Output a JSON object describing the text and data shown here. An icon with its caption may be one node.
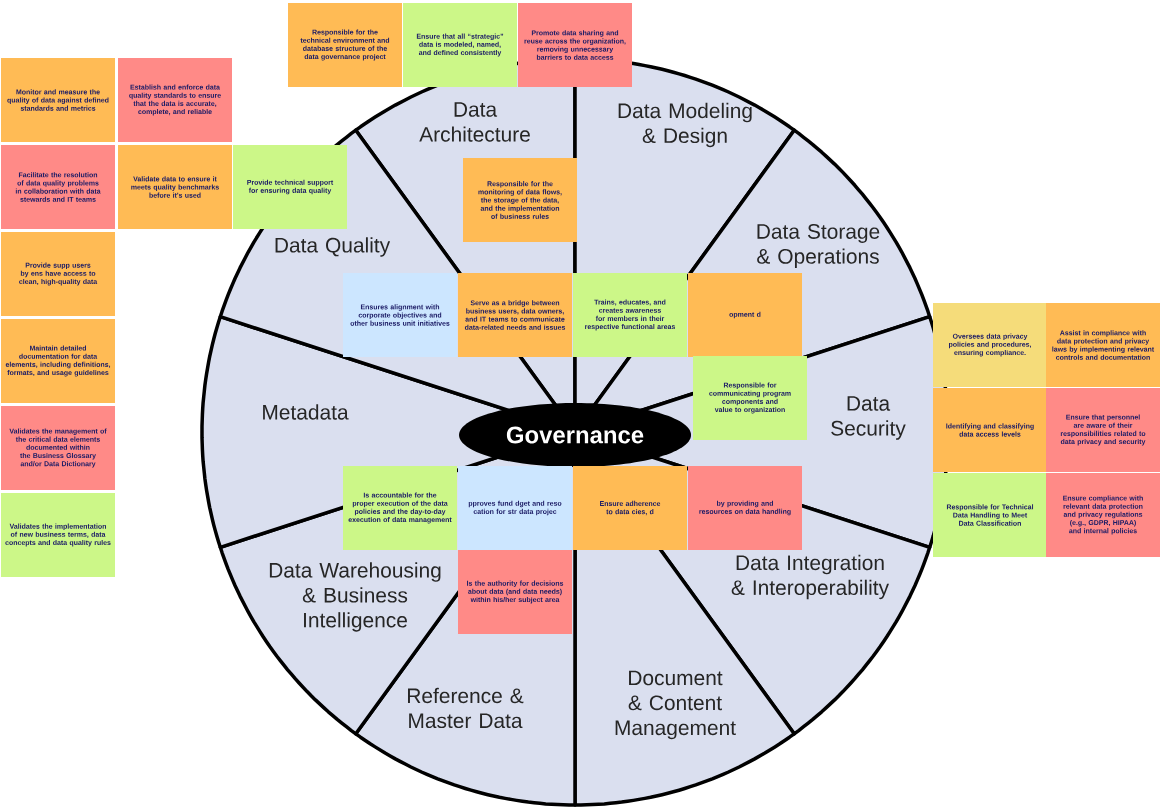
{
  "diagram": {
    "nodes": [
      {
        "text": [
          "Data Architecture"
        ]
      },
      {
        "text": [
          "Data Modeling & Design"
        ]
      },
      {
        "text": [
          "Data Storage & Operations"
        ]
      },
      {
        "text": [
          "Data Security"
        ]
      },
      {
        "text": [
          "Data Integration & Interoperability"
        ]
      },
      {
        "text": [
          "Document & Content Management"
        ]
      },
      {
        "text": [
          "Reference & Master Data"
        ]
      },
      {
        "text": [
          "Data Warehousing & Business Intelligence"
        ]
      },
      {
        "text": [
          "Metadata"
        ]
      },
      {
        "text": [
          "Data Quality"
        ]
      },
      {
        "text": [
          "Governance"
        ]
      },
      {
        "text": [
          "Responsible for the technical environment and database structure of the data governance project"
        ]
      },
      {
        "text": [
          "Ensure that all “strategic” data is modeled, named, and defined consistently"
        ]
      },
      {
        "text": [
          "Promote data sharing and reuse across the organization, removing unnecessary barriers to data access"
        ]
      },
      {
        "text": [
          "Establish and enforce data quality standards to ensure that the data is accurate, complete, and reliable"
        ]
      },
      {
        "text": [
          "Monitor and measure the quality of data against defined standards and metrics"
        ]
      },
      {
        "text": [
          "Provide technical support for ensuring data quality"
        ]
      },
      {
        "text": [
          "Facilitate the resolution of data quality problems in collaboration with data stewards and IT teams"
        ]
      },
      {
        "text": [
          "Validate data to ensure it meets quality benchmarks before it's used"
        ]
      },
      {
        "text": [
          "Provide supp users by ens have access to clean, high-quality data"
        ]
      },
      {
        "text": [
          "Responsible for the monitoring of data flows, the storage of the data, and the implementation of business rules"
        ]
      },
      {
        "text": [
          "Maintain detailed documentation for data elements, including definitions, formats, and usage guidelines"
        ]
      },
      {
        "text": [
          "Validates the management of the critical data elements documented within the Business Glossary and/or Data Dictionary"
        ]
      },
      {
        "text": [
          "Validates the implementation of new business terms, data concepts and data quality rules"
        ]
      },
      {
        "text": [
          "Ensures alignment with corporate objectives and other business unit initiatives"
        ]
      },
      {
        "text": [
          "Serve as a bridge between business users, data owners, and IT teams to communicate data-related needs and issues"
        ]
      },
      {
        "text": [
          "Trains, educates, and creates awareness for members in their respective functional areas"
        ]
      },
      {
        "text": [
          "opment d"
        ]
      },
      {
        "text": [
          "by providing and resources on data handling"
        ]
      },
      {
        "text": [
          "Responsible for communicating program components and value to organization"
        ]
      },
      {
        "text": [
          "Is accountable for the proper execution of the data policies and the day-to-day execution of data management"
        ]
      },
      {
        "text": [
          "pproves fund dget and reso cation for str data projec"
        ]
      },
      {
        "text": [
          "Ensure adherence to data cies, d"
        ]
      },
      {
        "text": [
          "Is the authority for decisions about data (and data needs) within his/her subject area"
        ]
      },
      {
        "text": [
          "Oversees data privacy policies and procedures, ensuring compliance."
        ]
      },
      {
        "text": [
          "Assist in compliance with data protection and privacy laws by implementing relevant controls and documentation"
        ]
      },
      {
        "text": [
          "Identifying and classifying data access levels"
        ]
      },
      {
        "text": [
          "Ensure that personnel are aware of their responsibilities related to data privacy and security"
        ]
      },
      {
        "text": [
          "Responsible for Technical Data Handling to Meet Data Classification"
        ]
      },
      {
        "text": [
          "Ensure compliance with relevant data protection and privacy regulations (e.g., GDPR, HIPAA) and internal policies"
        ]
      }
    ]
  }
}
